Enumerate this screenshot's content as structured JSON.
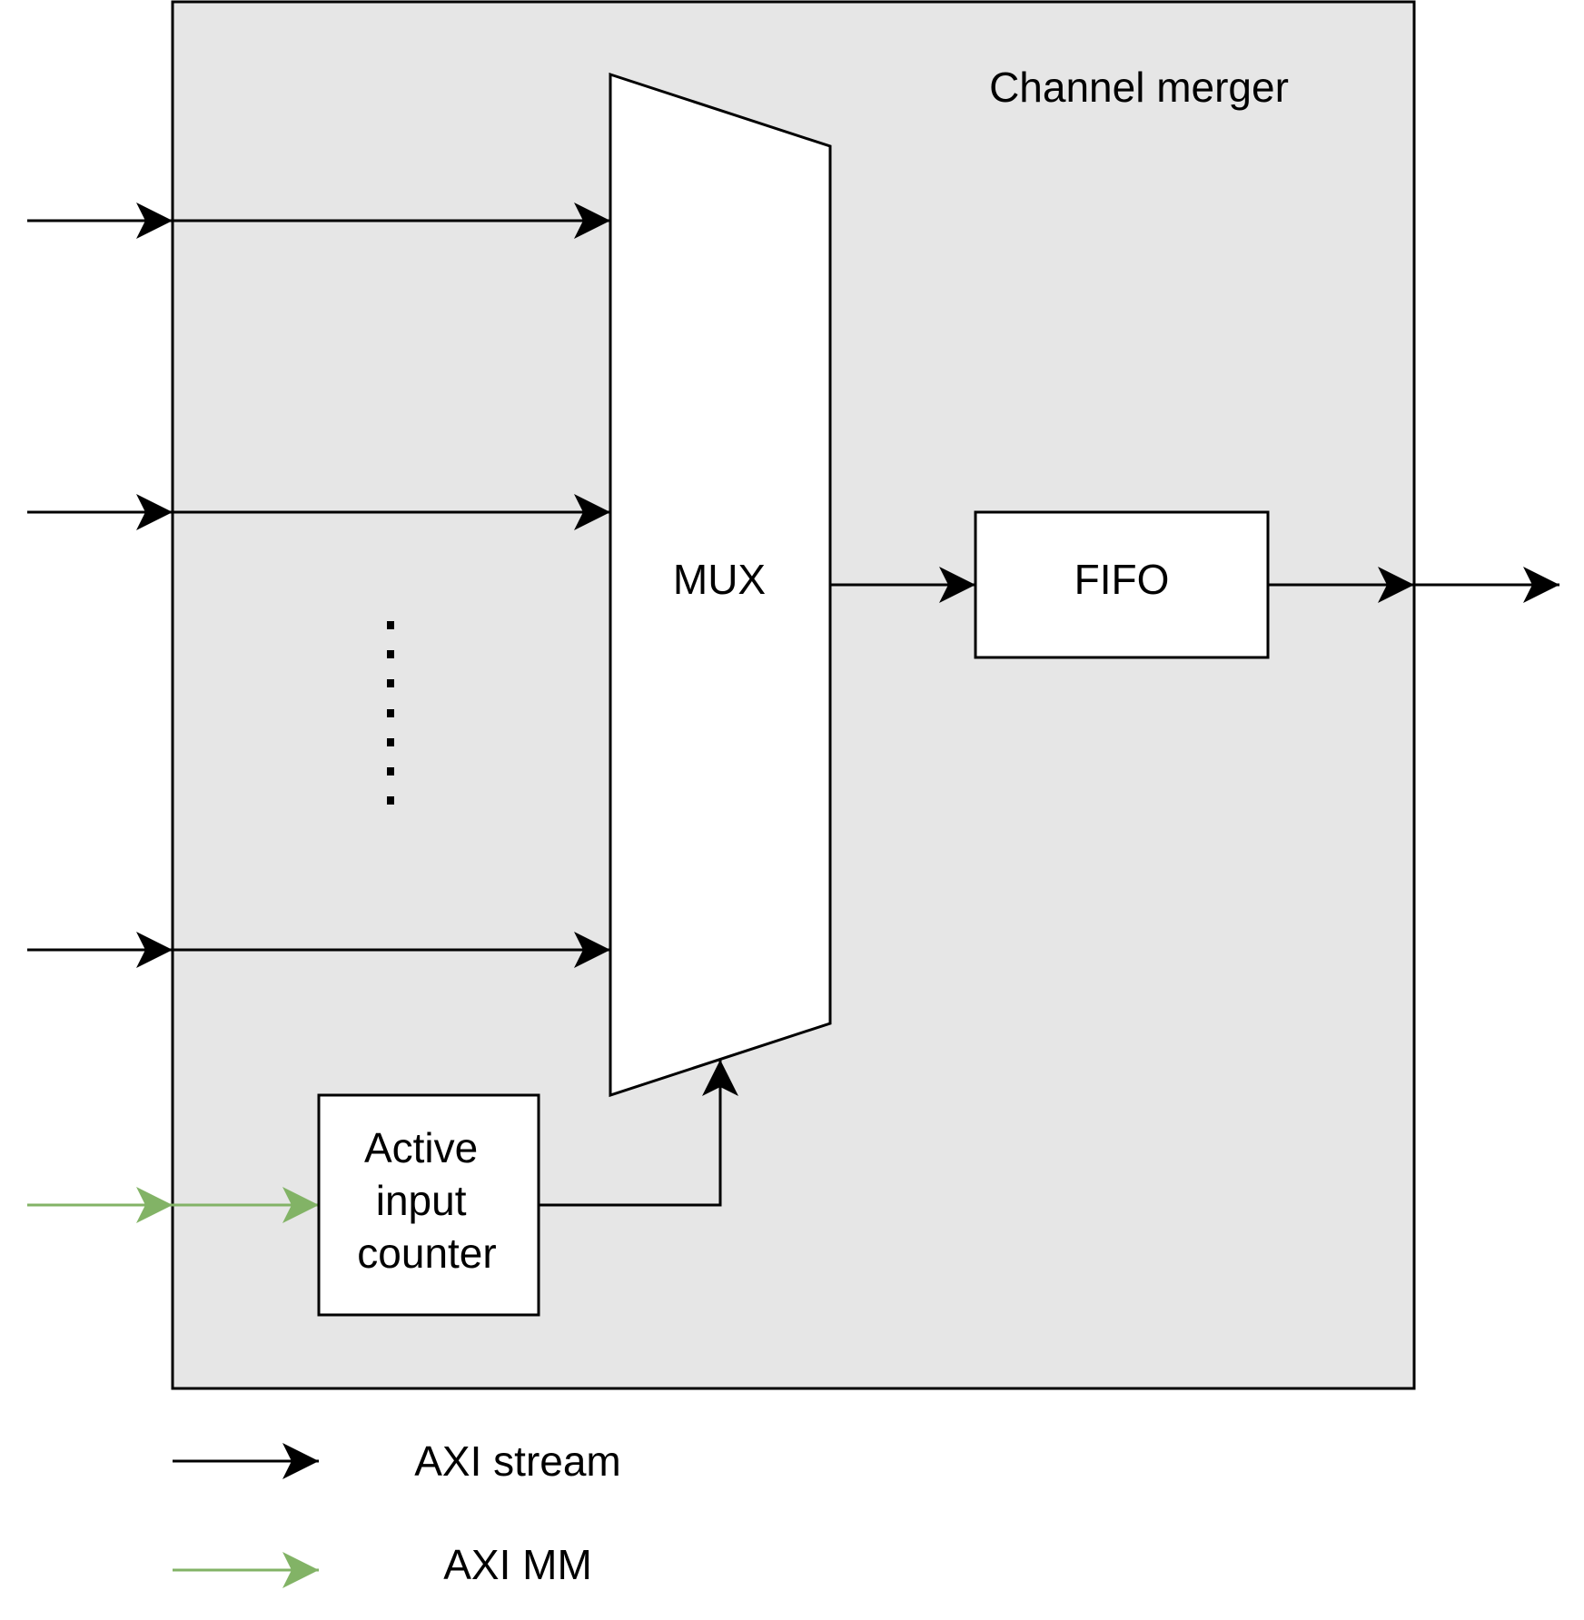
{
  "block": {
    "title": "Channel merger",
    "mux_label": "MUX",
    "fifo_label": "FIFO",
    "counter_label_lines": [
      "Active",
      "input",
      "counter"
    ]
  },
  "legend": {
    "items": [
      {
        "label": "AXI stream",
        "color": "#000000"
      },
      {
        "label": "AXI MM",
        "color": "#82b366"
      }
    ]
  },
  "colors": {
    "block_fill": "#e6e6e6",
    "stroke": "#000000",
    "box_fill": "#ffffff",
    "axi_mm": "#82b366"
  }
}
